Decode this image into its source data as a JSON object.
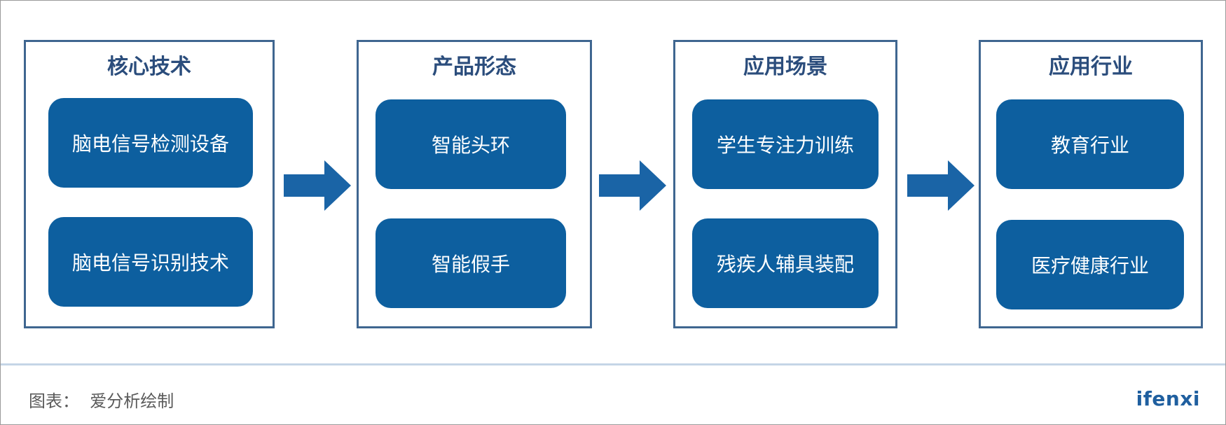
{
  "columns": [
    {
      "title": "核心技术",
      "items": [
        "脑电信号检测设备",
        "脑电信号识别技术"
      ]
    },
    {
      "title": "产品形态",
      "items": [
        "智能头环",
        "智能假手"
      ]
    },
    {
      "title": "应用场景",
      "items": [
        "学生专注力训练",
        "残疾人辅具装配"
      ]
    },
    {
      "title": "应用行业",
      "items": [
        "教育行业",
        "医疗健康行业"
      ]
    }
  ],
  "footer": {
    "source": "图表：  爱分析绘制",
    "logo": "ifenxi"
  },
  "colors": {
    "box_fill": "#0d5f9f",
    "frame_border": "#3f6690",
    "title_text": "#2b4d7c",
    "arrow": "#1a64a6",
    "logo": "#1f5f9f"
  },
  "icons": [
    "right-arrow-icon"
  ]
}
